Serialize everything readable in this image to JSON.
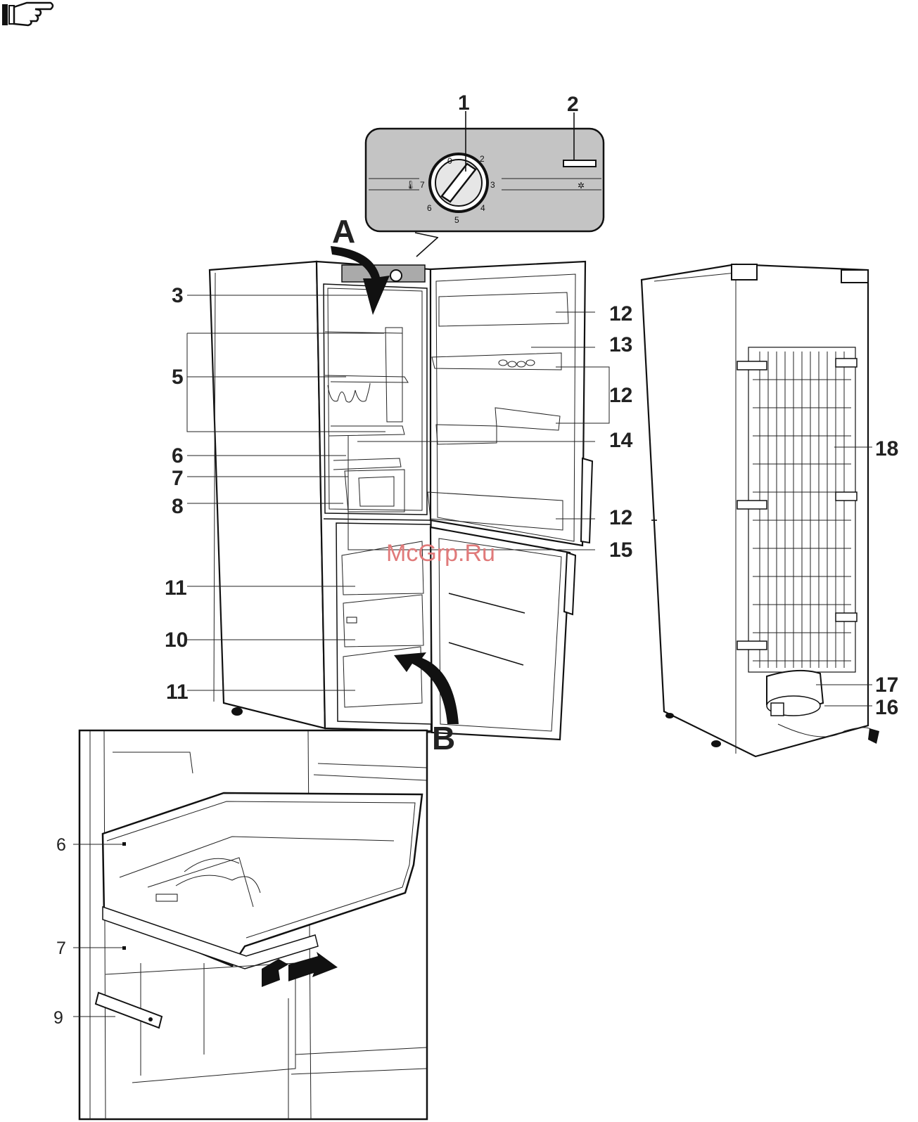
{
  "control_panel": {
    "dial_numbers": [
      "0",
      "2",
      "7",
      "3",
      "6",
      "4",
      "5"
    ],
    "thermometer_symbol": "🌡",
    "snowflake_symbol": "✲"
  },
  "callouts": {
    "c1": "1",
    "c2": "2",
    "c3": "3",
    "c5": "5",
    "c6": "6",
    "c7": "7",
    "c8": "8",
    "c11a": "11",
    "c10": "10",
    "c11b": "11",
    "c12a": "12",
    "c13": "13",
    "c12b": "12",
    "c14": "14",
    "c12c": "12",
    "c15": "15",
    "c18": "18",
    "c17": "17",
    "c16": "16"
  },
  "arrows": {
    "a": "A",
    "b": "B"
  },
  "inset": {
    "c6": "6",
    "c7": "7",
    "c9": "9"
  },
  "watermark": "McGrp.Ru",
  "icons": [
    "pointing-hand-icon",
    "thermometer-icon",
    "snowflake-icon"
  ]
}
